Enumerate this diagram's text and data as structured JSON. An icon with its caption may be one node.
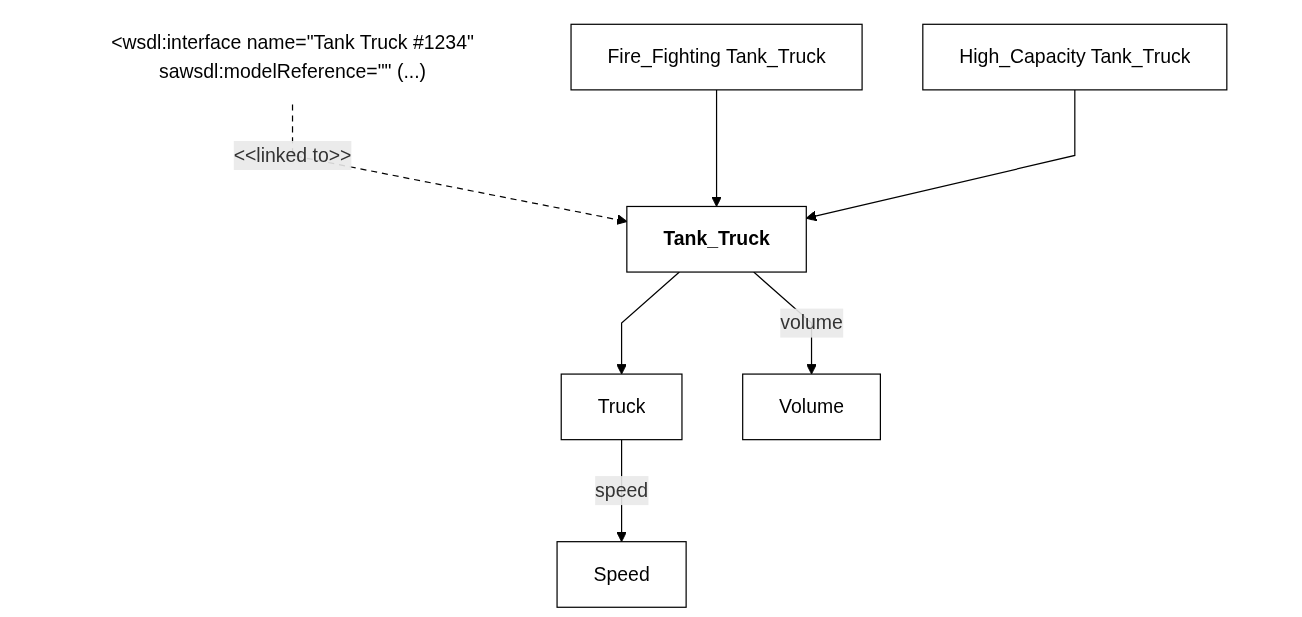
{
  "diagram": {
    "nodes": [
      {
        "text": [
          "<wsdl:interface name=\"Tank Truck #1234\"",
          "sawsdl:modelReference=\"\" (...)"
        ]
      },
      {
        "text": [
          "Truck"
        ]
      },
      {
        "text": [
          "Speed"
        ]
      },
      {
        "text": [
          "Tank_Truck"
        ]
      },
      {
        "text": [
          "Volume"
        ]
      },
      {
        "text": [
          "Fire_Fighting Tank_Truck"
        ]
      },
      {
        "text": [
          "High_Capacity Tank_Truck"
        ]
      }
    ],
    "edges": [
      {
        "from": 0,
        "to": 3,
        "arrow": "to",
        "label": "<<linked to>>",
        "style": "dashed"
      },
      {
        "from": 1,
        "to": 2,
        "arrow": "to",
        "label": "speed"
      },
      {
        "from": 3,
        "to": 1,
        "arrow": "to"
      },
      {
        "from": 3,
        "to": 4,
        "arrow": "to",
        "label": "volume"
      },
      {
        "from": 5,
        "to": 3,
        "arrow": "to"
      },
      {
        "from": 6,
        "to": 3,
        "arrow": "to"
      }
    ]
  }
}
